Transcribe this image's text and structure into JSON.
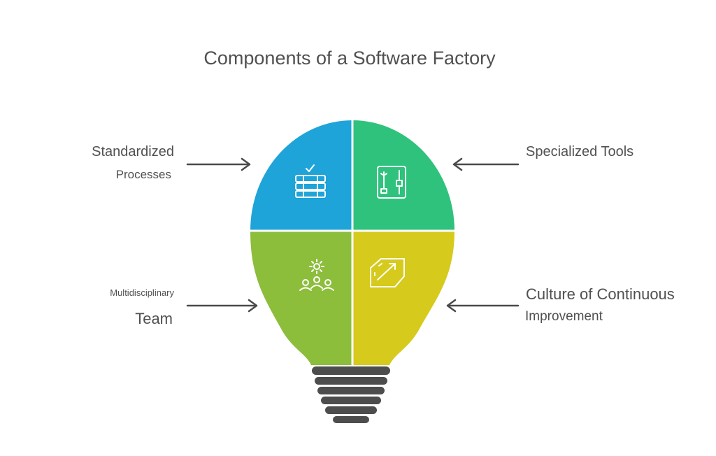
{
  "title": "Components of a Software Factory",
  "components": [
    {
      "id": "standardized-processes",
      "label_line1": "Standardized",
      "label_line2": "Processes",
      "color": "#1ea4d8",
      "icon": "server-check-icon"
    },
    {
      "id": "specialized-tools",
      "label_line1": "Specialized Tools",
      "label_line2": "",
      "color": "#2fc27c",
      "icon": "toolbox-icon"
    },
    {
      "id": "multidisciplinary-team",
      "label_line1": "Multidisciplinary",
      "label_line2": "Team",
      "color": "#8cbd3b",
      "icon": "team-gear-icon"
    },
    {
      "id": "continuous-improvement",
      "label_line1": "Culture of Continuous",
      "label_line2": "Improvement",
      "color": "#d6ca1c",
      "icon": "improvement-arrow-icon"
    }
  ],
  "colors": {
    "arrow": "#4a4a4a",
    "base": "#4d4d4d",
    "icon_stroke": "#ffffff"
  }
}
